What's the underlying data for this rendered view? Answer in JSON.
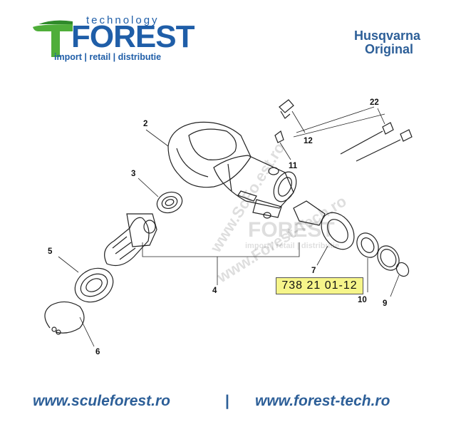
{
  "logo": {
    "top_text": "technology",
    "main_text": "FOREST",
    "sub_text": "import | retail | distributie"
  },
  "brand": {
    "line1": "Husqvarna",
    "line2": "Original"
  },
  "part_number": "738 21 01-12",
  "callouts": [
    "2",
    "3",
    "5",
    "4",
    "6",
    "12",
    "11",
    "22",
    "7",
    "10",
    "9"
  ],
  "watermark": {
    "text1": "www.Forest-Tech.ro",
    "text2": "www.ScFo.est.ro",
    "logo_main": "FOREST",
    "logo_sub": "import | retail | distributie"
  },
  "footer": {
    "left": "www.sculeforest.ro",
    "separator": "|",
    "right": "www.forest-tech.ro"
  },
  "colors": {
    "brand_blue": "#2d5f98",
    "logo_green": "#4fae3a",
    "highlight": "#f6f58a"
  }
}
